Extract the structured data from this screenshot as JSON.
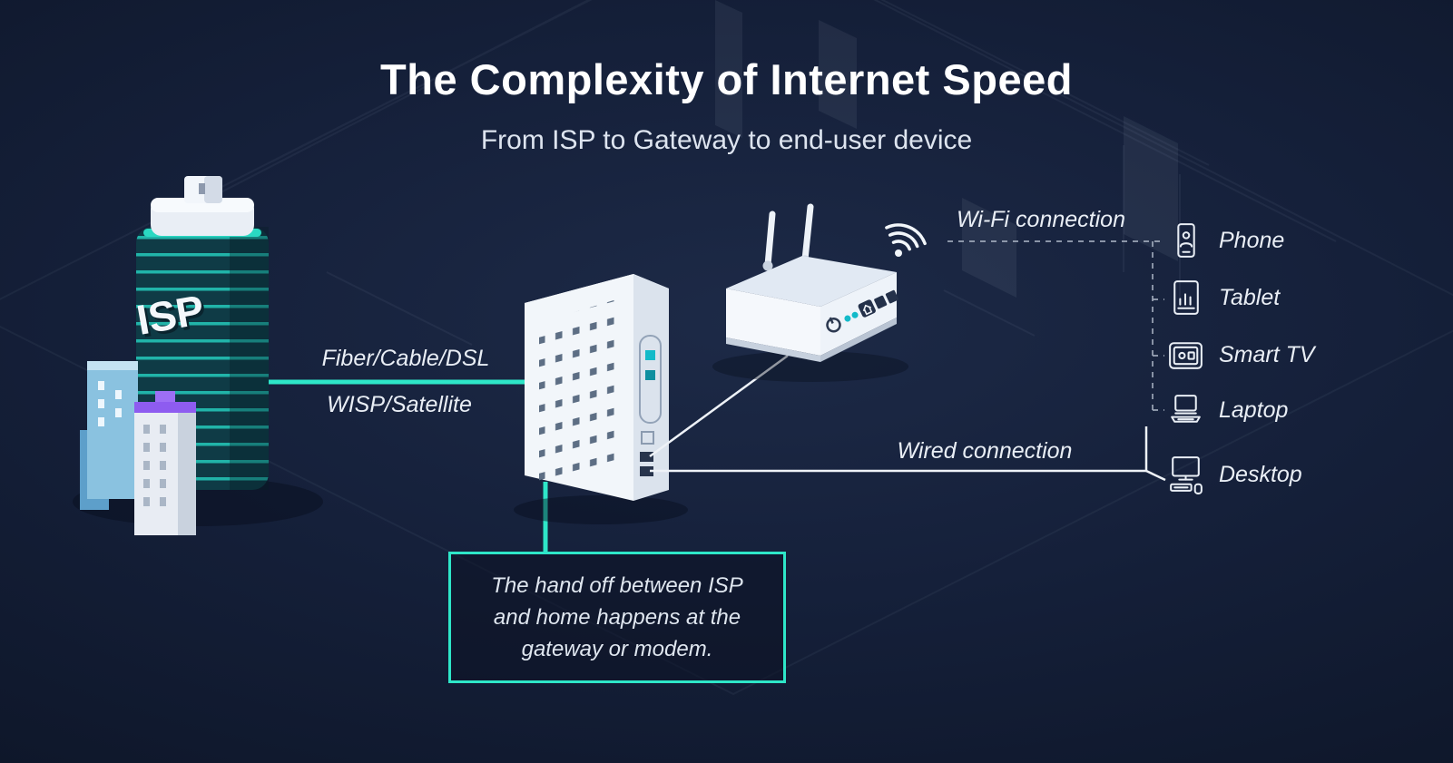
{
  "header": {
    "title": "The Complexity of Internet Speed",
    "subtitle": "From ISP to Gateway to end-user device"
  },
  "isp": {
    "label": "ISP"
  },
  "connections": {
    "fiber_label": "Fiber/Cable/DSL",
    "satellite_label": "WISP/Satellite",
    "wifi_label": "Wi-Fi connection",
    "wired_label": "Wired connection"
  },
  "devices": [
    {
      "icon": "phone-icon",
      "label": "Phone"
    },
    {
      "icon": "tablet-icon",
      "label": "Tablet"
    },
    {
      "icon": "smart-tv-icon",
      "label": "Smart TV"
    },
    {
      "icon": "laptop-icon",
      "label": "Laptop"
    },
    {
      "icon": "desktop-icon",
      "label": "Desktop"
    }
  ],
  "callout": {
    "lines": [
      "The hand off between ISP",
      "and home happens at the",
      "gateway or modem."
    ]
  },
  "colors": {
    "background": "#131D33",
    "accent": "#2EE6C8",
    "text": "#FFFFFF"
  }
}
